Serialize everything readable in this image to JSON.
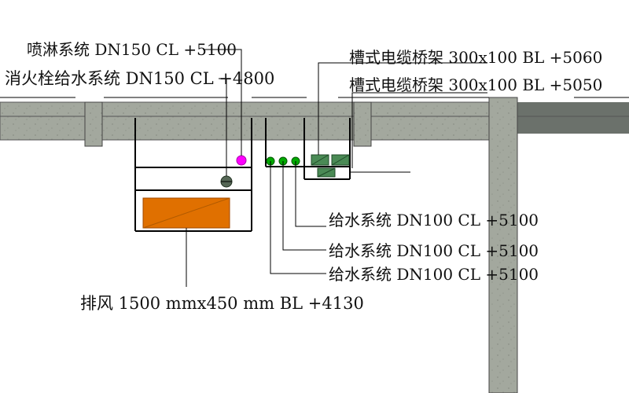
{
  "labels": {
    "sprinkler": "喷淋系统 DN150 CL +5100",
    "hydrant": "消火栓给水系统 DN150 CL +4800",
    "tray_upper": "槽式电缆桥架 300x100 BL +5060",
    "tray_lower": "槽式电缆桥架 300x100 BL +5050",
    "water_1": "给水系统 DN100 CL +5100",
    "water_2": "给水系统 DN100 CL +5100",
    "water_3": "给水系统 DN100 CL +5100",
    "exhaust": "排风 1500 mmx450 mm BL +4130"
  },
  "colors": {
    "concrete": "#9aa096",
    "concrete_dark": "#6b716b",
    "wall_fill": "#a7aca2",
    "duct": "#e07000",
    "sprinkler_pipe": "#ff00ff",
    "water_pipe": "#00aa00",
    "hydrant_pipe": "#556655",
    "tray": "#4a8a55"
  }
}
